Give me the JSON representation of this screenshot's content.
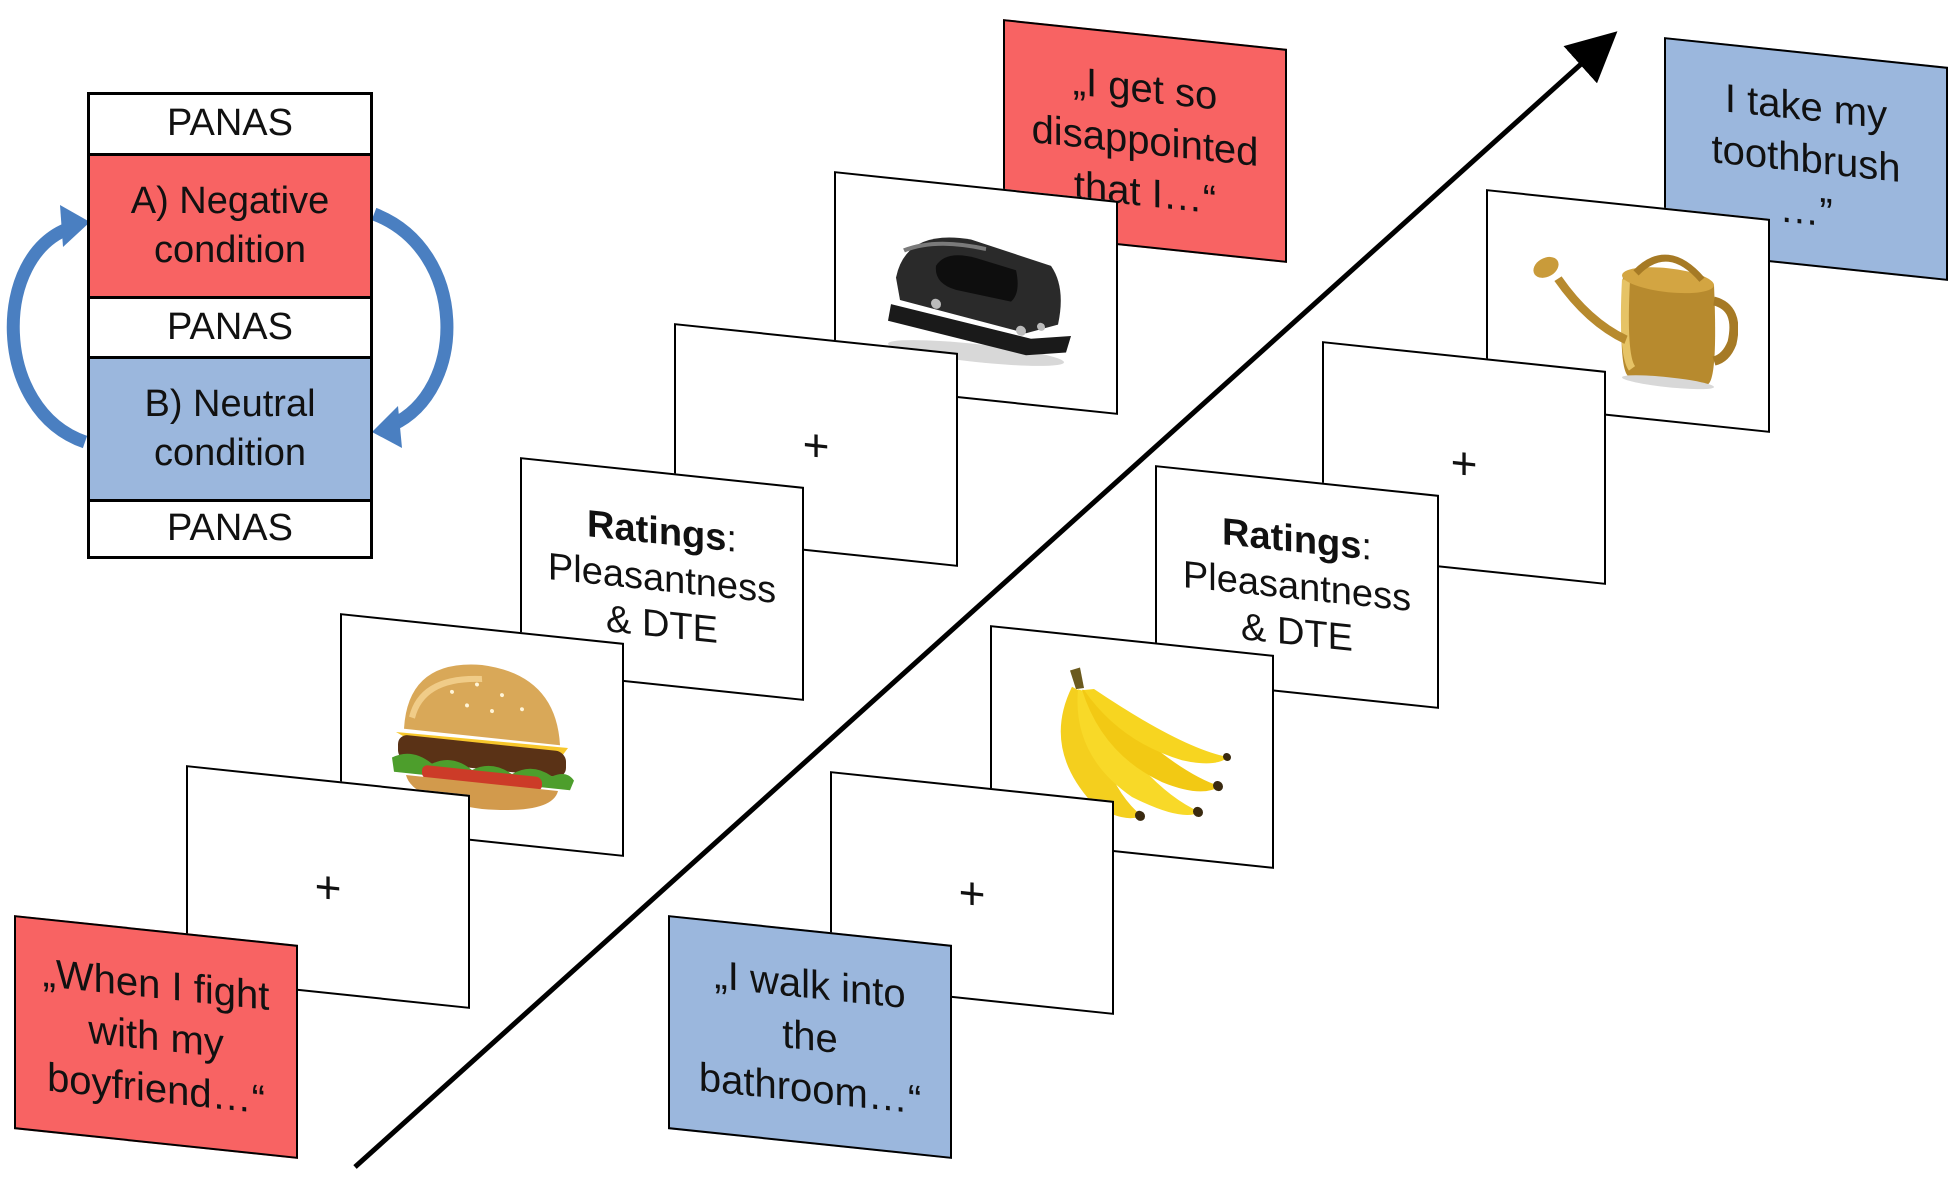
{
  "panel": {
    "panas_1": "PANAS",
    "condition_a": "A) Negative condition",
    "panas_2": "PANAS",
    "condition_b": "B) Neutral condition",
    "panas_3": "PANAS"
  },
  "negative_block": {
    "sentence_1": "„When I fight with my boyfriend…“",
    "fixation_1": "+",
    "image_1": "hamburger",
    "ratings_bold": "Ratings",
    "ratings_colon": ":",
    "ratings_line1": "Pleasantness",
    "ratings_line2": "& DTE",
    "fixation_2": "+",
    "image_2": "hole-punch",
    "sentence_2": "„I get so disappointed that I…“"
  },
  "neutral_block": {
    "sentence_1": "„I walk into the bathroom…“",
    "fixation_1": "+",
    "image_1": "bananas",
    "ratings_bold": "Ratings",
    "ratings_colon": ":",
    "ratings_line1": "Pleasantness",
    "ratings_line2": "& DTE",
    "fixation_2": "+",
    "image_2": "watering-can",
    "sentence_2": "I take my toothbrush …”"
  },
  "colors": {
    "negative": "#f86363",
    "neutral": "#9bb7dd",
    "arrow": "#4a7fc1",
    "timeline": "#000000"
  }
}
